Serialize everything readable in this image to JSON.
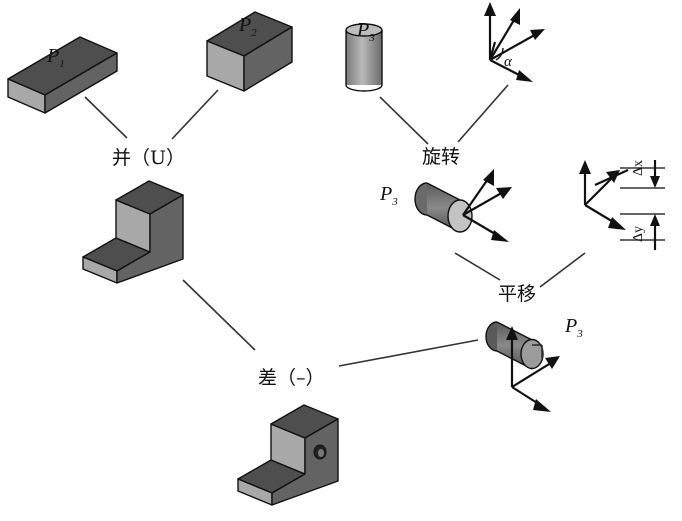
{
  "operations": {
    "union": "并（U）",
    "rotate": "旋转",
    "translate": "平移",
    "difference": "差（–）"
  },
  "primitives": {
    "p1": {
      "base": "P",
      "sub": "1"
    },
    "p2": {
      "base": "P",
      "sub": "2"
    },
    "p3_top": {
      "base": "P",
      "sub": "3"
    },
    "p3_rot": {
      "base": "P",
      "sub": "3"
    },
    "p3_trans": {
      "base": "P",
      "sub": "3"
    }
  },
  "symbols": {
    "alpha": "α",
    "delta_x": "Δx",
    "delta_y": "Δy"
  }
}
